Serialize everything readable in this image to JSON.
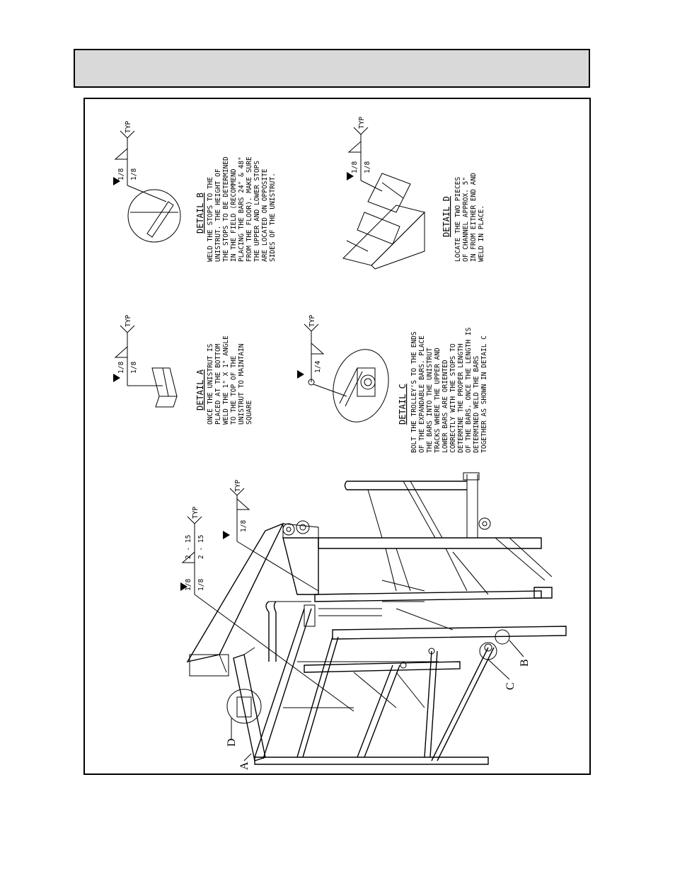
{
  "detail_a": {
    "title": "DETAIL A",
    "weld_top": "1/8",
    "weld_bottom": "1/8",
    "typ": "TYP",
    "note": [
      "ONCE THE UNISTRUT IS",
      "PLACED AT THE BOTTOM",
      "WELD THE 1\" X 1\" ANGLE",
      "TO THE TOP OF THE",
      "UNISTRUT TO MAINTAIN",
      "SQUARE"
    ]
  },
  "detail_b": {
    "title": "DETAIL B",
    "weld_top": "1/8",
    "weld_bottom": "1/8",
    "typ": "TYP",
    "note": [
      "WELD THE STOPS TO THE",
      "UNISTRUT. THE HEIGHT OF",
      "THE STOPS TO BE DETERMINED",
      "IN THE FIELD (RECOMMEND",
      "PLACING THE BARS 24\" & 48\"",
      "FROM THE FLOOR). MAKE SURE",
      "THE UPPER AND LOWER STOPS",
      "ARE LOCATED ON OPPOSITE",
      "SIDES OF THE UNISTRUT."
    ]
  },
  "detail_c": {
    "title": "DETAIL C",
    "weld": "1/4",
    "typ": "TYP",
    "note": [
      "BOLT THE TROLLEY'S TO THE ENDS",
      "OF THE EXPANDABLE BARS. PLACE",
      "THE BARS INTO THE UNISTRUT",
      "TRACKS WHERE THE UPPER AND",
      "LOWER BARS ARE ORIENTED",
      "CORRECTLY WITH THE STOPS TO",
      "DETERMINE THE PROPER LENGTH",
      "OF THE BARS. ONCE THE LENGTH IS",
      "DETERMINED WELD THE BARS",
      "TOGETHER AS SHOWN IN DETAIL C"
    ]
  },
  "detail_d": {
    "title": "DETAIL D",
    "weld_top": "1/8",
    "weld_bottom": "1/8",
    "typ": "TYP",
    "note": [
      "LOCATE THE TWO PIECES",
      "OF CHANNEL APPROX. 5\"",
      "IN FROM EITHER END AND",
      "WELD IN PLACE."
    ]
  },
  "main_view": {
    "weld_left_top": "1/8",
    "weld_left_bottom": "1/8",
    "weld_pitch_top": "2 - 15",
    "weld_pitch_bottom": "2 - 15",
    "typ_left": "TYP",
    "weld_right": "1/8",
    "typ_right": "TYP",
    "callout_a": "A",
    "callout_b": "B",
    "callout_c": "C",
    "callout_d": "D"
  }
}
